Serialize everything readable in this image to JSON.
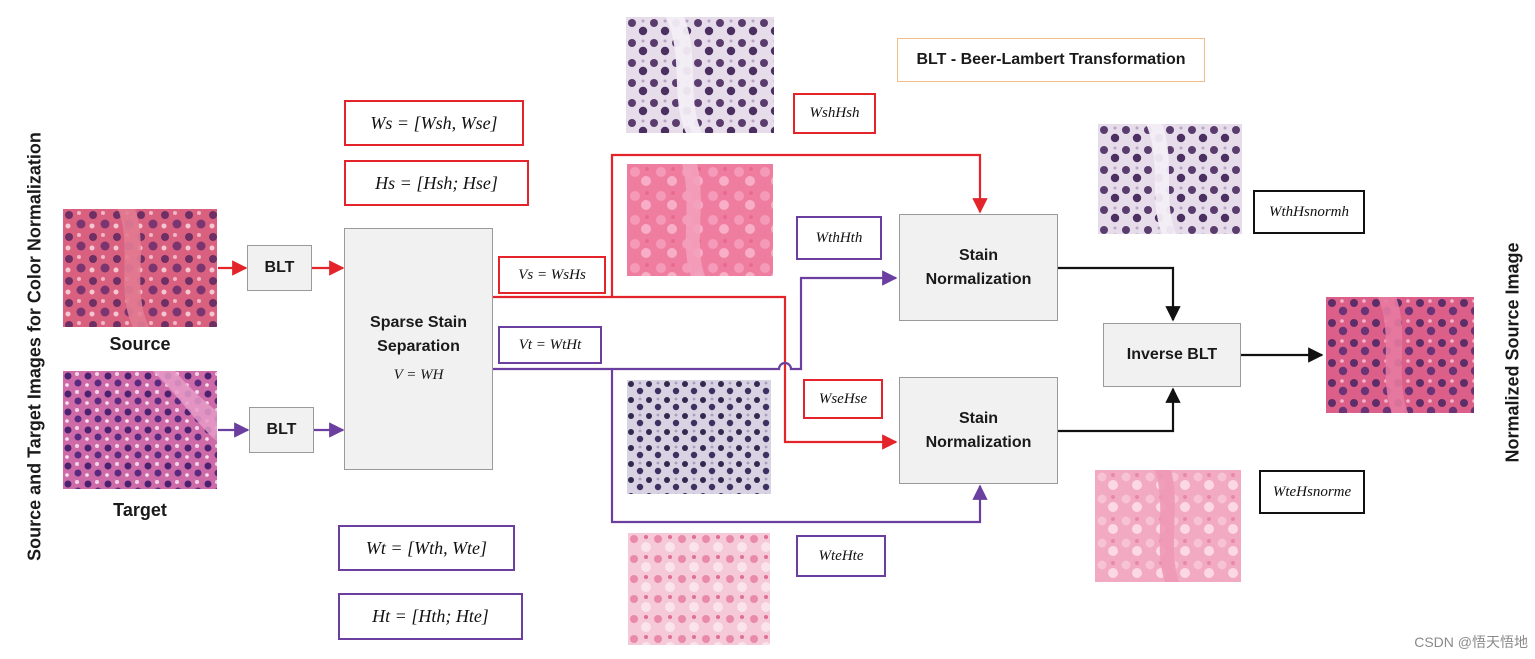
{
  "left_title": "Source and Target Images for Color Normalization",
  "right_title": "Normalized Source Image",
  "legend": "BLT - Beer-Lambert Transformation",
  "captions": {
    "source": "Source",
    "target": "Target"
  },
  "boxes": {
    "blt_source": "BLT",
    "blt_target": "BLT",
    "separation_title": "Sparse Stain Separation",
    "separation_formula": "V = WH",
    "stain_norm_top": "Stain Normalization",
    "stain_norm_bottom": "Stain Normalization",
    "inverse_blt": "Inverse BLT"
  },
  "equations": {
    "ws": "Ws = [Wsh, Wse]",
    "hs": "Hs = [Hsh; Hse]",
    "vs": "Vs = WsHs",
    "vt": "Vt = WtHt",
    "wt": "Wt = [Wth, Wte]",
    "ht": "Ht = [Hth; Hte]",
    "wshhs": "WshHsh",
    "wthht": "WthHth",
    "wsehs": "WseHse",
    "wteht": "WteHte",
    "norm_h": "WthHsnormh",
    "norm_e": "WteHsnorme"
  },
  "colors": {
    "source_arrow": "#e3242b",
    "target_arrow": "#6b3fa0",
    "output_arrow": "#111111"
  },
  "watermark": "CSDN @悟天悟地"
}
